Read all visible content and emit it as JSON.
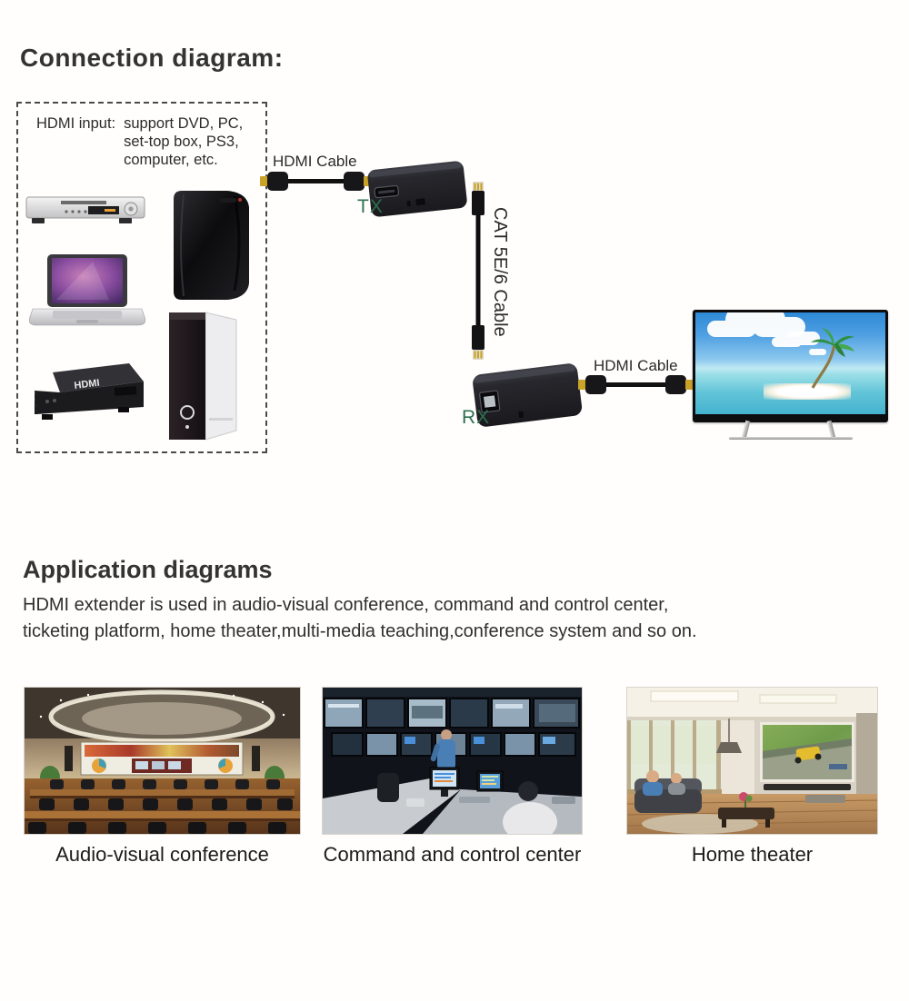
{
  "colors": {
    "heading": "#333333",
    "body_text": "#2e2e2e",
    "tx_rx_green": "#2e7050",
    "dashed_border": "#4a4a4a",
    "extender_body": "#232327",
    "cable_black": "#121214",
    "connector_gold": "#c9a227"
  },
  "connection": {
    "title": "Connection diagram:",
    "input_box": {
      "label": "HDMI input:",
      "lines": [
        "support DVD, PC,",
        "set-top box, PS3,",
        "computer, etc."
      ]
    },
    "stb_logo": "HDMI",
    "hdmi_cable_label_top": "HDMI Cable",
    "tx_label": "TX",
    "cat_cable_label": "CAT 5E/6 Cable",
    "rx_label": "RX",
    "hdmi_cable_label_bottom": "HDMI Cable",
    "icons": [
      "dvd-player-icon",
      "ps3-console-icon",
      "macbook-laptop-icon",
      "set-top-box-icon",
      "computer-tower-icon",
      "hdmi-cable-icon",
      "cat5-cable-icon",
      "hdmi-extender-tx-icon",
      "hdmi-extender-rx-icon",
      "tv-beach-scene-icon"
    ]
  },
  "application": {
    "title": "Application diagrams",
    "description_lines": [
      "HDMI extender is used in audio-visual conference, command and control center,",
      "ticketing platform, home theater,multi-media teaching,conference system and so on."
    ],
    "photos": [
      {
        "caption": "Audio-visual conference"
      },
      {
        "caption": "Command and control center"
      },
      {
        "caption": "Home theater"
      }
    ]
  }
}
